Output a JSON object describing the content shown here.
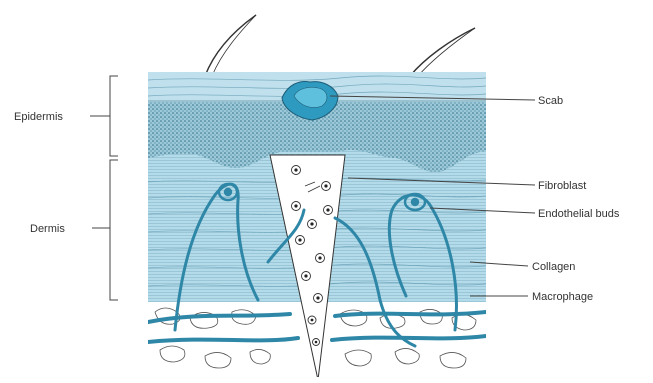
{
  "labels": {
    "epidermis": "Epidermis",
    "dermis": "Dermis",
    "scab": "Scab",
    "fibroblast": "Fibroblast",
    "endothelial_buds": "Endothelial buds",
    "collagen": "Collagen",
    "macrophage": "Macrophage"
  },
  "colors": {
    "tissue_blue": "#b4dbe9",
    "stippled_layer": "#7fb5c9",
    "vessel": "#2f87a8",
    "scab": "#2e9ac0",
    "subcutis": "#ffffff"
  }
}
